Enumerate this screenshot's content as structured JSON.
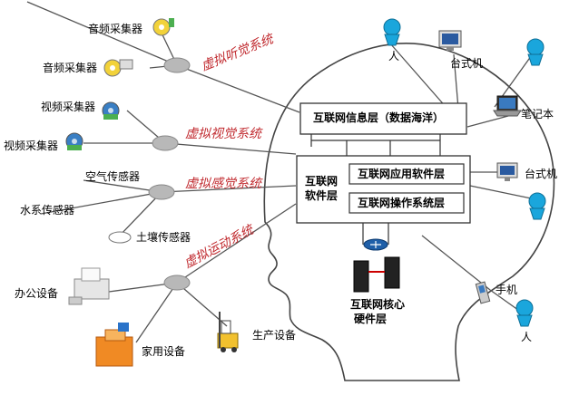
{
  "systems": {
    "hearing": "虚拟听觉系统",
    "vision": "虚拟视觉系统",
    "sense": "虚拟感觉系统",
    "motion": "虚拟运动系统"
  },
  "sources": {
    "audio1": "音频采集器",
    "audio2": "音频采集器",
    "video1": "视频采集器",
    "video2": "视频采集器",
    "air": "空气传感器",
    "water": "水系传感器",
    "soil": "土壤传感器",
    "office": "办公设备",
    "home": "家用设备",
    "production": "生产设备"
  },
  "layers": {
    "info": "互联网信息层（数据海洋）",
    "software_line1": "互联网",
    "software_line2": "软件层",
    "app": "互联网应用软件层",
    "os": "互联网操作系统层",
    "core_line1": "互联网核心",
    "core_line2": "硬件层"
  },
  "devices": {
    "person1": "人",
    "person2": "人",
    "desktop1": "台式机",
    "laptop": "笔记本",
    "desktop2": "台式机",
    "phone": "手机"
  }
}
